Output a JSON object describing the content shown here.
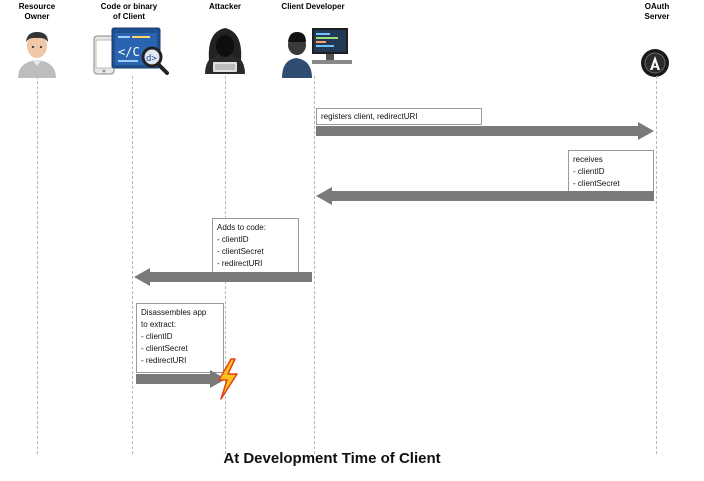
{
  "actors": [
    {
      "line1": "Resource",
      "line2": "Owner",
      "icon": "user-icon"
    },
    {
      "line1": "Code or binary",
      "line2": "of Client",
      "icon": "code-inspect-icon"
    },
    {
      "line1": "Attacker",
      "line2": "",
      "icon": "hooded-attacker-icon"
    },
    {
      "line1": "Client Developer",
      "line2": "",
      "icon": "developer-at-computer-icon"
    },
    {
      "line1": "OAuth",
      "line2": "Server",
      "icon": "oauth-logo-icon"
    }
  ],
  "messages": [
    {
      "lines": [
        "registers client, redirectURI"
      ]
    },
    {
      "lines": [
        "receives",
        "- clientID",
        "- clientSecret"
      ]
    },
    {
      "lines": [
        "Adds to code:",
        "- clientID",
        "- clientSecret",
        "- redirectURI"
      ]
    },
    {
      "lines": [
        "Disassembles app",
        "to extract:",
        "- clientID",
        "- clientSecret",
        "- redirectURI"
      ]
    }
  ],
  "icons": {
    "lightning": "lightning-bolt-icon"
  },
  "footer": {
    "title": "At Development Time of Client"
  },
  "colors": {
    "arrow": "#7a7a7a",
    "lifeline": "#b9b9b9",
    "note_border": "#9a9a9a"
  }
}
